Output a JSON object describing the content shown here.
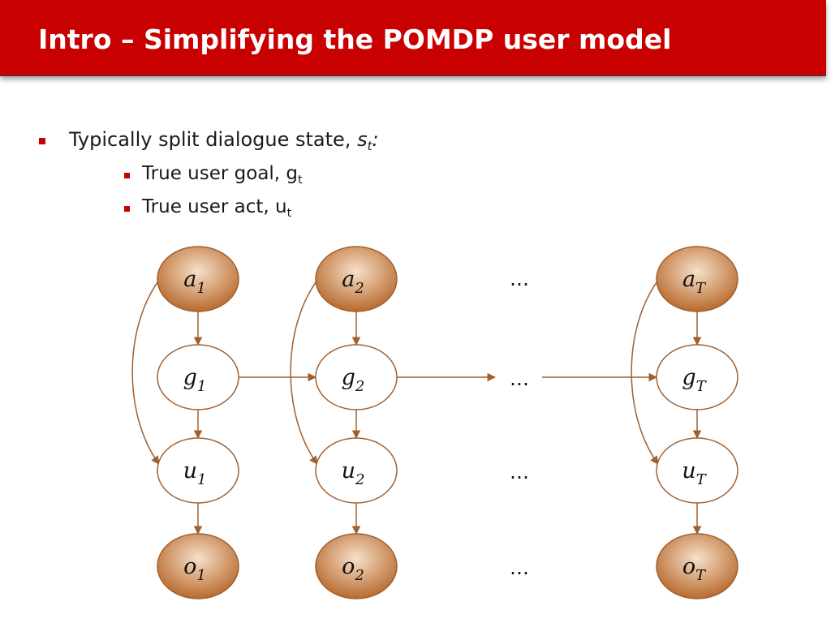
{
  "title": "Intro – Simplifying the POMDP user model",
  "bullets": {
    "main": {
      "text": "Typically split dialogue state, ",
      "var": "s",
      "sub": "t",
      "suffix": ":"
    },
    "items": [
      {
        "text": "True user goal, g",
        "sub": "t"
      },
      {
        "text": "True user act, u",
        "sub": "t"
      }
    ]
  },
  "diagram": {
    "nodes": [
      {
        "id": "a1",
        "letter": "a",
        "sub": "1",
        "observed": true
      },
      {
        "id": "g1",
        "letter": "g",
        "sub": "1",
        "observed": false
      },
      {
        "id": "u1",
        "letter": "u",
        "sub": "1",
        "observed": false
      },
      {
        "id": "o1",
        "letter": "o",
        "sub": "1",
        "observed": true
      },
      {
        "id": "a2",
        "letter": "a",
        "sub": "2",
        "observed": true
      },
      {
        "id": "g2",
        "letter": "g",
        "sub": "2",
        "observed": false
      },
      {
        "id": "u2",
        "letter": "u",
        "sub": "2",
        "observed": false
      },
      {
        "id": "o2",
        "letter": "o",
        "sub": "2",
        "observed": true
      },
      {
        "id": "aT",
        "letter": "a",
        "sub": "T",
        "observed": true
      },
      {
        "id": "gT",
        "letter": "g",
        "sub": "T",
        "observed": false
      },
      {
        "id": "uT",
        "letter": "u",
        "sub": "T",
        "observed": false
      },
      {
        "id": "oT",
        "letter": "o",
        "sub": "T",
        "observed": true
      }
    ],
    "edges": [
      [
        "a1",
        "g1"
      ],
      [
        "g1",
        "u1"
      ],
      [
        "u1",
        "o1"
      ],
      [
        "a1",
        "u1"
      ],
      [
        "a2",
        "g2"
      ],
      [
        "g2",
        "u2"
      ],
      [
        "u2",
        "o2"
      ],
      [
        "a2",
        "u2"
      ],
      [
        "aT",
        "gT"
      ],
      [
        "gT",
        "uT"
      ],
      [
        "uT",
        "oT"
      ],
      [
        "aT",
        "uT"
      ],
      [
        "g1",
        "g2"
      ],
      [
        "g2",
        "gdots"
      ],
      [
        "gdots",
        "gT"
      ]
    ],
    "ellipsis": "…",
    "colors": {
      "edge": "#a0602e",
      "node_border": "#a0602e",
      "observed_fill_light": "#f7e0c9",
      "observed_fill_dark": "#b86a2e",
      "hidden_fill": "#ffffff"
    }
  }
}
